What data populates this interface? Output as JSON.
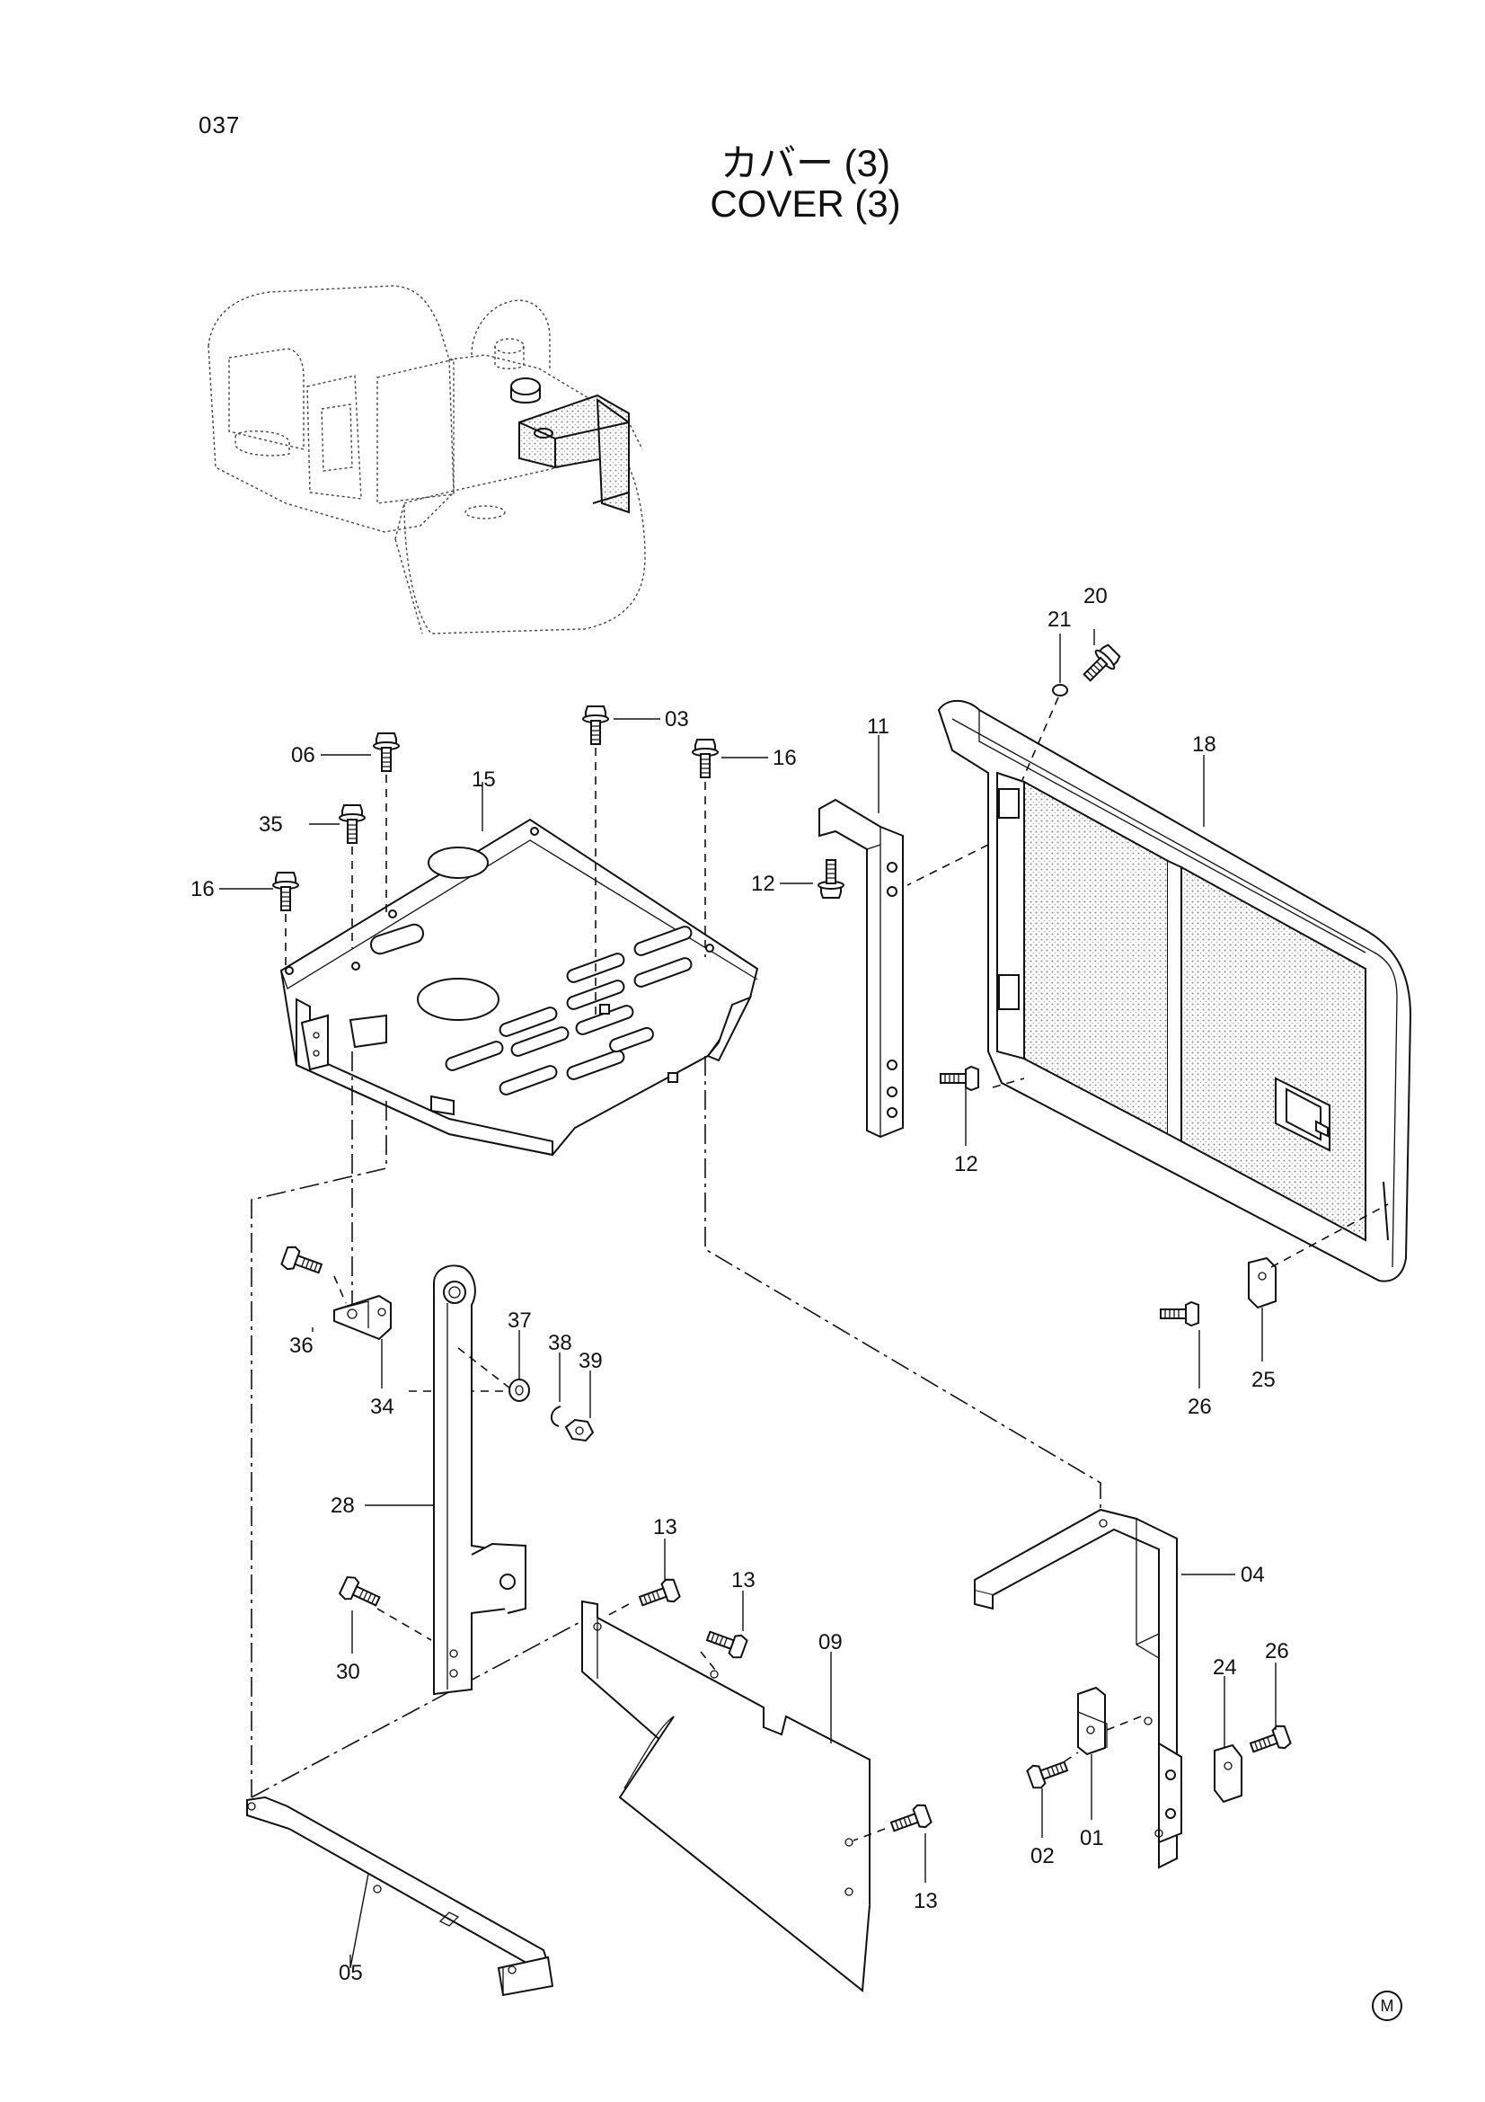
{
  "page": {
    "number": "037",
    "title_ja": "カバー (3)",
    "title_en": "COVER (3)",
    "mark": "M"
  },
  "parts": {
    "p01": "01",
    "p02": "02",
    "p03": "03",
    "p04": "04",
    "p05": "05",
    "p06": "06",
    "p09": "09",
    "p11": "11",
    "p12a": "12",
    "p12b": "12",
    "p13a": "13",
    "p13b": "13",
    "p13c": "13",
    "p15": "15",
    "p16a": "16",
    "p16b": "16",
    "p18": "18",
    "p20": "20",
    "p21": "21",
    "p24": "24",
    "p25": "25",
    "p26a": "26",
    "p26b": "26",
    "p28": "28",
    "p30": "30",
    "p34": "34",
    "p35": "35",
    "p36": "36",
    "p37": "37",
    "p38": "38",
    "p39": "39"
  }
}
